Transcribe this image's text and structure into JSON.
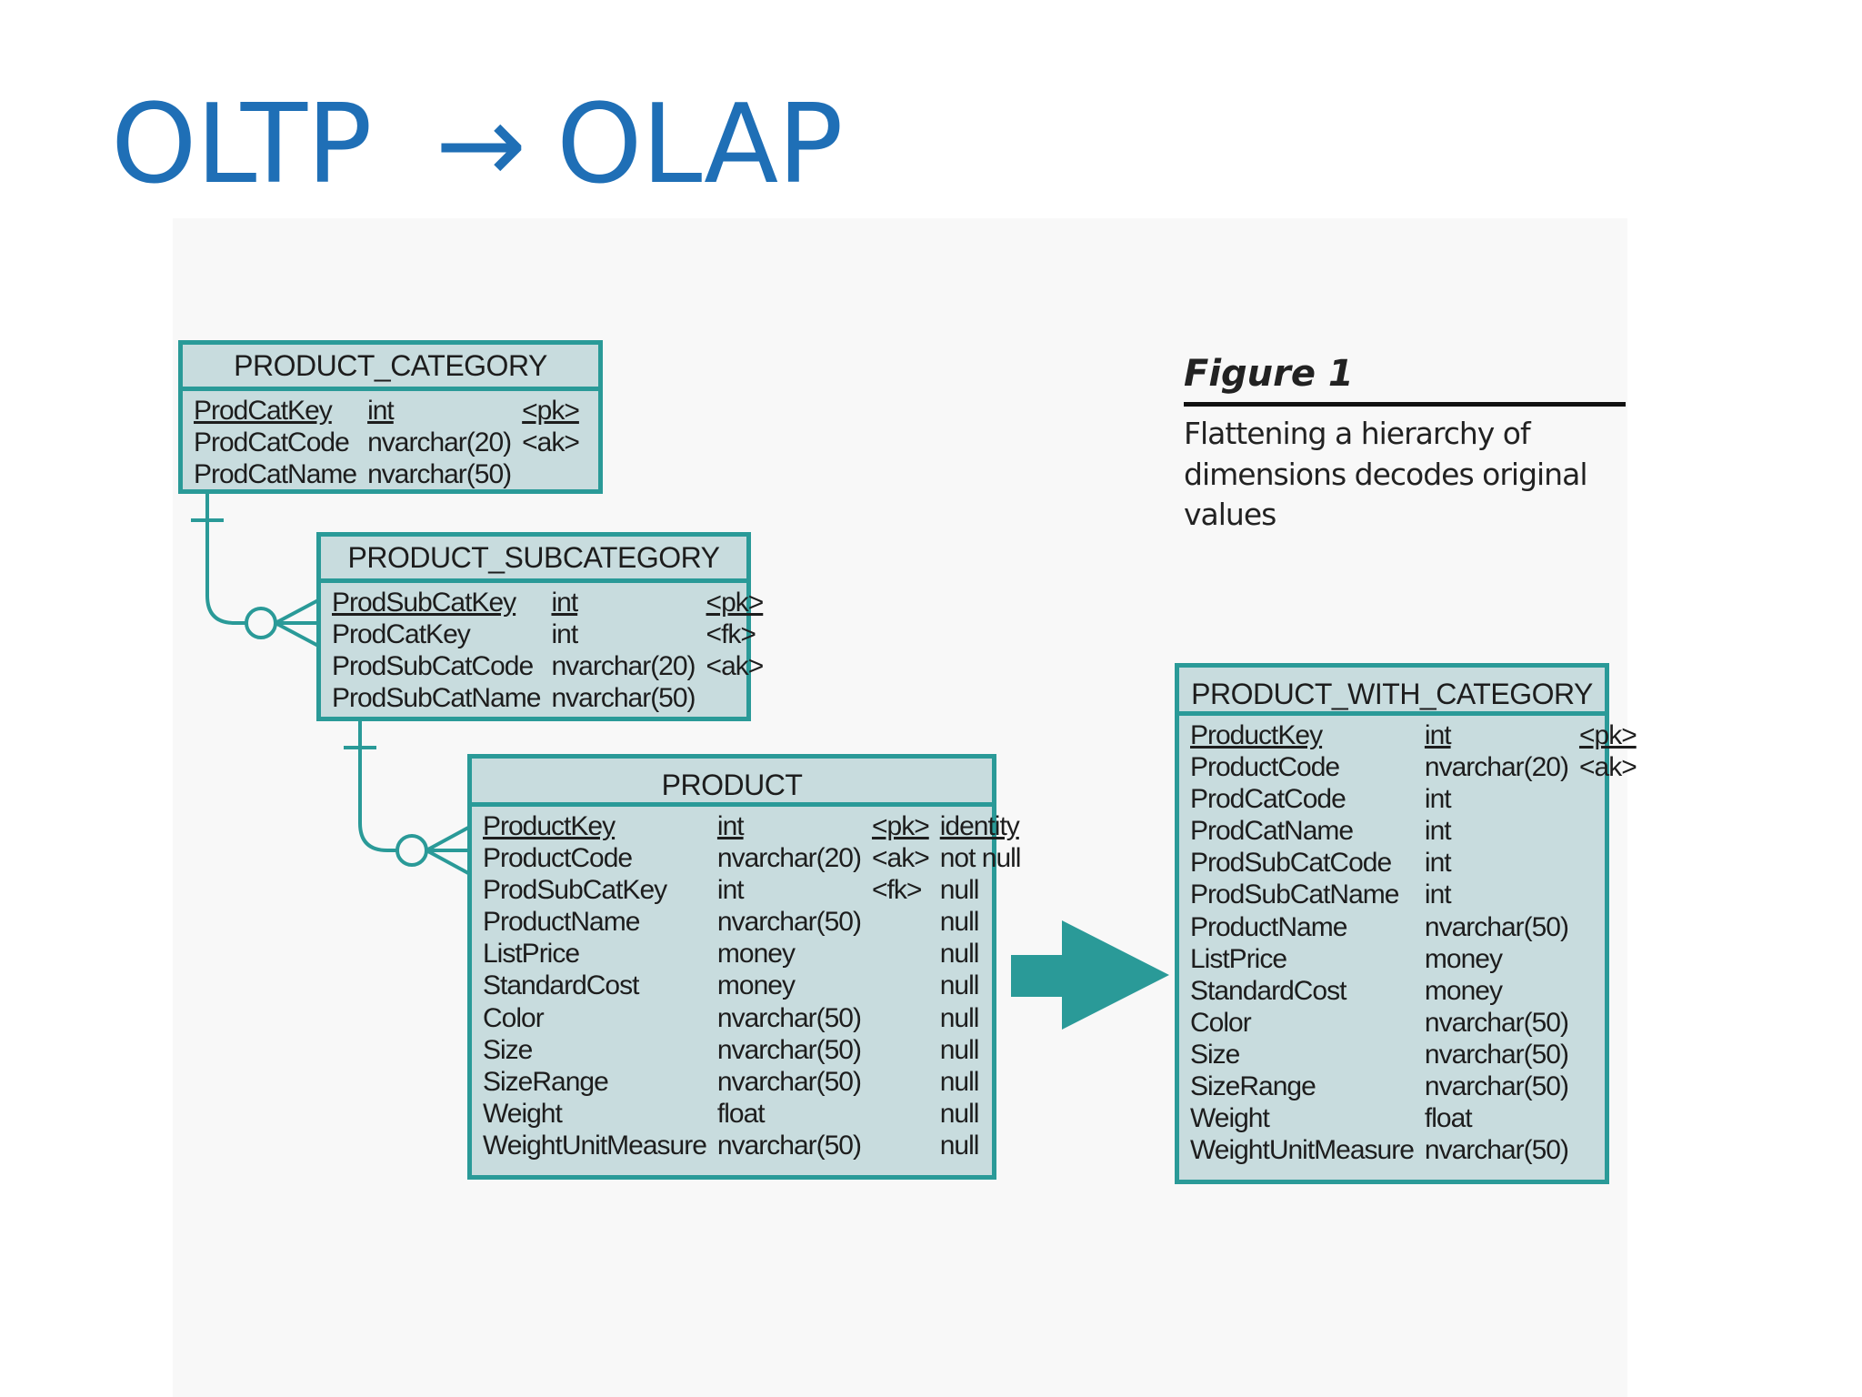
{
  "title": {
    "left": "OLTP",
    "arrow": "→",
    "right": "OLAP"
  },
  "figure": {
    "label": "Figure 1",
    "caption": "Flattening a hierarchy of dimensions decodes original values"
  },
  "entities": {
    "product_category": {
      "name": "PRODUCT_CATEGORY",
      "rows": [
        [
          "ProdCatKey",
          "int",
          "<pk>"
        ],
        [
          "ProdCatCode",
          "nvarchar(20)",
          "<ak>"
        ],
        [
          "ProdCatName",
          "nvarchar(50)",
          ""
        ]
      ]
    },
    "product_subcategory": {
      "name": "PRODUCT_SUBCATEGORY",
      "rows": [
        [
          "ProdSubCatKey",
          "int",
          "<pk>"
        ],
        [
          "ProdCatKey",
          "int",
          "<fk>"
        ],
        [
          "ProdSubCatCode",
          "nvarchar(20)",
          "<ak>"
        ],
        [
          "ProdSubCatName",
          "nvarchar(50)",
          ""
        ]
      ]
    },
    "product": {
      "name": "PRODUCT",
      "rows": [
        [
          "ProductKey",
          "int",
          "<pk>",
          "identity"
        ],
        [
          "ProductCode",
          "nvarchar(20)",
          "<ak>",
          "not null"
        ],
        [
          "ProdSubCatKey",
          "int",
          "<fk>",
          "null"
        ],
        [
          "ProductName",
          "nvarchar(50)",
          "",
          "null"
        ],
        [
          "ListPrice",
          "money",
          "",
          "null"
        ],
        [
          "StandardCost",
          "money",
          "",
          "null"
        ],
        [
          "Color",
          "nvarchar(50)",
          "",
          "null"
        ],
        [
          "Size",
          "nvarchar(50)",
          "",
          "null"
        ],
        [
          "SizeRange",
          "nvarchar(50)",
          "",
          "null"
        ],
        [
          "Weight",
          "float",
          "",
          "null"
        ],
        [
          "WeightUnitMeasure",
          "nvarchar(50)",
          "",
          "null"
        ]
      ]
    },
    "product_with_category": {
      "name": "PRODUCT_WITH_CATEGORY",
      "rows": [
        [
          "ProductKey",
          "int",
          "<pk>"
        ],
        [
          "ProductCode",
          "nvarchar(20)",
          "<ak>"
        ],
        [
          "ProdCatCode",
          "int",
          ""
        ],
        [
          "ProdCatName",
          "int",
          ""
        ],
        [
          "ProdSubCatCode",
          "int",
          ""
        ],
        [
          "ProdSubCatName",
          "int",
          ""
        ],
        [
          "ProductName",
          "nvarchar(50)",
          ""
        ],
        [
          "ListPrice",
          "money",
          ""
        ],
        [
          "StandardCost",
          "money",
          ""
        ],
        [
          "Color",
          "nvarchar(50)",
          ""
        ],
        [
          "Size",
          "nvarchar(50)",
          ""
        ],
        [
          "SizeRange",
          "nvarchar(50)",
          ""
        ],
        [
          "Weight",
          "float",
          ""
        ],
        [
          "WeightUnitMeasure",
          "nvarchar(50)",
          ""
        ]
      ]
    }
  },
  "colors": {
    "title": "#1f6fb6",
    "entity_fill": "#c8dcde",
    "entity_border": "#2a9a98",
    "arrow": "#2a9a98"
  }
}
